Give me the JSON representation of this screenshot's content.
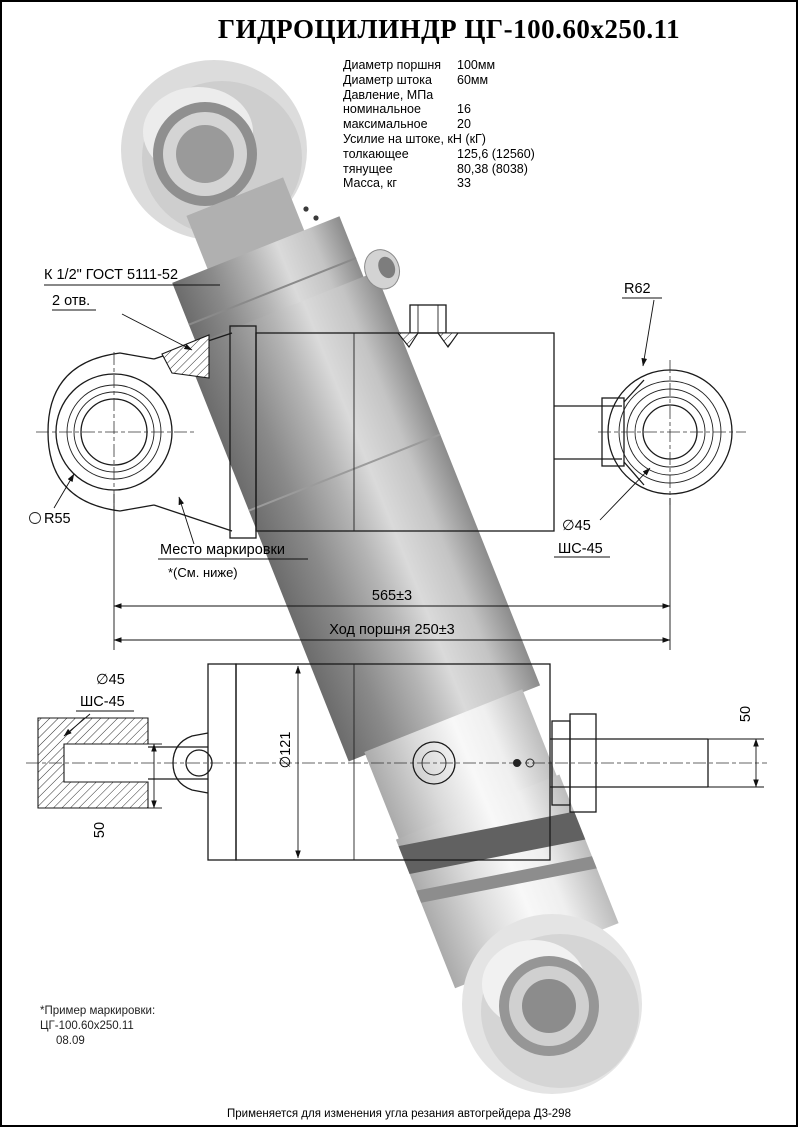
{
  "page": {
    "title": "ГИДРОЦИЛИНДР ЦГ-100.60х250.11",
    "footer": "Применяется для изменения угла резания автогрейдера Д3-298"
  },
  "specs": {
    "rows": [
      {
        "label": "Диаметр поршня",
        "value": "100мм"
      },
      {
        "label": "Диаметр штока",
        "value": "60мм"
      },
      {
        "label": "Давление, МПа",
        "value": ""
      },
      {
        "label": "номинальное",
        "value": "16"
      },
      {
        "label": "максимальное",
        "value": "20"
      },
      {
        "label": "Усилие на штоке, кН (кГ)",
        "value": ""
      },
      {
        "label": "толкающее",
        "value": "125,6 (12560)"
      },
      {
        "label": "тянущее",
        "value": "80,38 (8038)"
      },
      {
        "label": "Масса, кг",
        "value": "33"
      }
    ]
  },
  "annotations": {
    "port_spec": "К 1/2\" ГОСТ 5111-52",
    "port_holes": "2 отв.",
    "radius_right": "R62",
    "radius_left": "R55",
    "marking_place": "Место маркировки",
    "marking_note": "*(См. ниже)",
    "rod_eye_dia": "∅45",
    "rod_eye_joint": "ШС-45",
    "overall_length": "565±3",
    "stroke": "Ход поршня 250±3",
    "eye_dia_bottom": "∅45",
    "eye_joint_bottom": "ШС-45",
    "eye_width_left": "50",
    "body_dia": "∅121",
    "eye_width_right": "50"
  },
  "marking_example": {
    "line1": "*Пример маркировки:",
    "line2": "ЦГ-100.60х250.11",
    "line3": "08.09"
  }
}
